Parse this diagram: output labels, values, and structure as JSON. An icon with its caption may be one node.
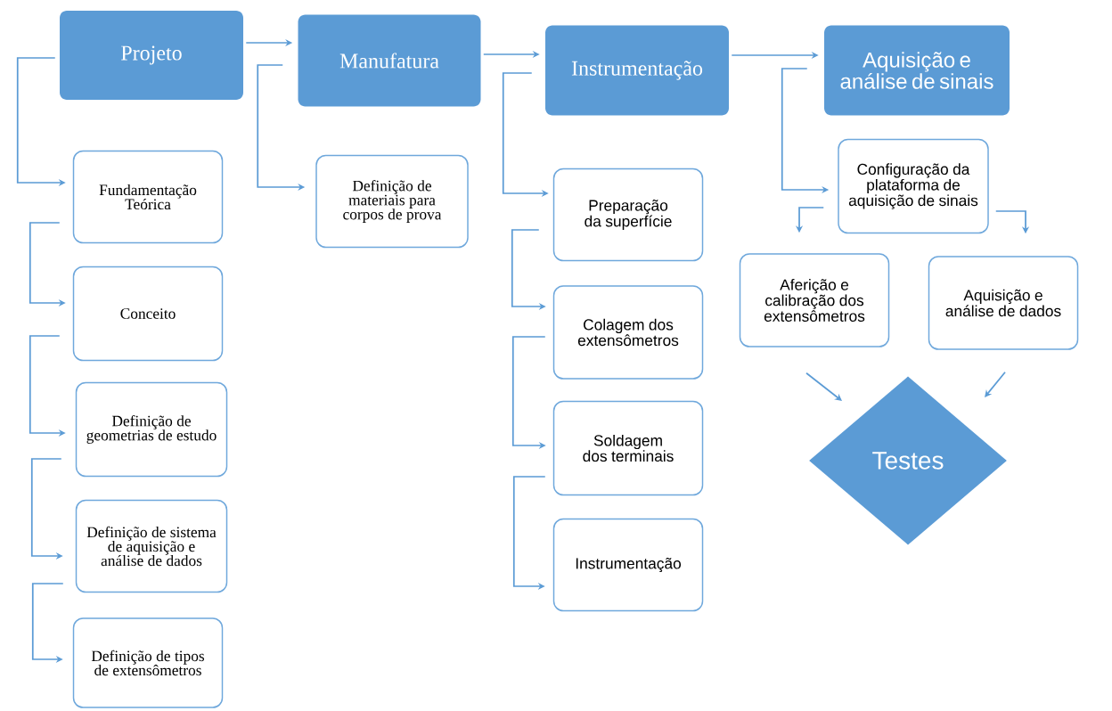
{
  "diagram": {
    "nodes": [
      {
        "text": [
          "Projeto"
        ]
      },
      {
        "text": [
          "Fundamentação Teórica"
        ]
      },
      {
        "text": [
          "Conceito"
        ]
      },
      {
        "text": [
          "Definição de geometrias de estudo"
        ]
      },
      {
        "text": [
          "Definição de sistema de aquisição e análise de dados"
        ]
      },
      {
        "text": [
          "Definição de tipos de extensômetros"
        ]
      },
      {
        "text": [
          "Manufatura"
        ]
      },
      {
        "text": [
          "Definição de materiais para corpos de prova"
        ]
      },
      {
        "text": [
          "Instrumentação"
        ]
      },
      {
        "text": [
          "Preparação da superfície"
        ]
      },
      {
        "text": [
          "Colagem dos extensômetros"
        ]
      },
      {
        "text": [
          "Soldagem dos terminais"
        ]
      },
      {
        "text": [
          "Instrumentação"
        ]
      },
      {
        "text": [
          "Aquisição e análise de sinais"
        ]
      },
      {
        "text": [
          "Configuração da plataforma de aquisição de sinais"
        ]
      },
      {
        "text": [
          "Aferição e calibração dos extensômetros"
        ]
      },
      {
        "text": [
          "Aquisição e análise de dados"
        ]
      },
      {
        "text": [
          "Testes"
        ]
      }
    ],
    "edges": [
      {
        "from": 0,
        "to": 6,
        "arrow": "to"
      },
      {
        "from": 6,
        "to": 8,
        "arrow": "to"
      },
      {
        "from": 8,
        "to": 13,
        "arrow": "to"
      },
      {
        "from": 0,
        "to": 1,
        "arrow": "to"
      },
      {
        "from": 1,
        "to": 2,
        "arrow": "to"
      },
      {
        "from": 2,
        "to": 3,
        "arrow": "to"
      },
      {
        "from": 3,
        "to": 4,
        "arrow": "to"
      },
      {
        "from": 4,
        "to": 5,
        "arrow": "to"
      },
      {
        "from": 6,
        "to": 7,
        "arrow": "to"
      },
      {
        "from": 8,
        "to": 9,
        "arrow": "to"
      },
      {
        "from": 9,
        "to": 10,
        "arrow": "to"
      },
      {
        "from": 10,
        "to": 11,
        "arrow": "to"
      },
      {
        "from": 11,
        "to": 12,
        "arrow": "to"
      },
      {
        "from": 13,
        "to": 14,
        "arrow": "to"
      },
      {
        "from": 14,
        "to": 15,
        "arrow": "to"
      },
      {
        "from": 14,
        "to": 16,
        "arrow": "to"
      },
      {
        "from": 15,
        "to": 17,
        "arrow": "to"
      },
      {
        "from": 16,
        "to": 17,
        "arrow": "to"
      }
    ]
  }
}
